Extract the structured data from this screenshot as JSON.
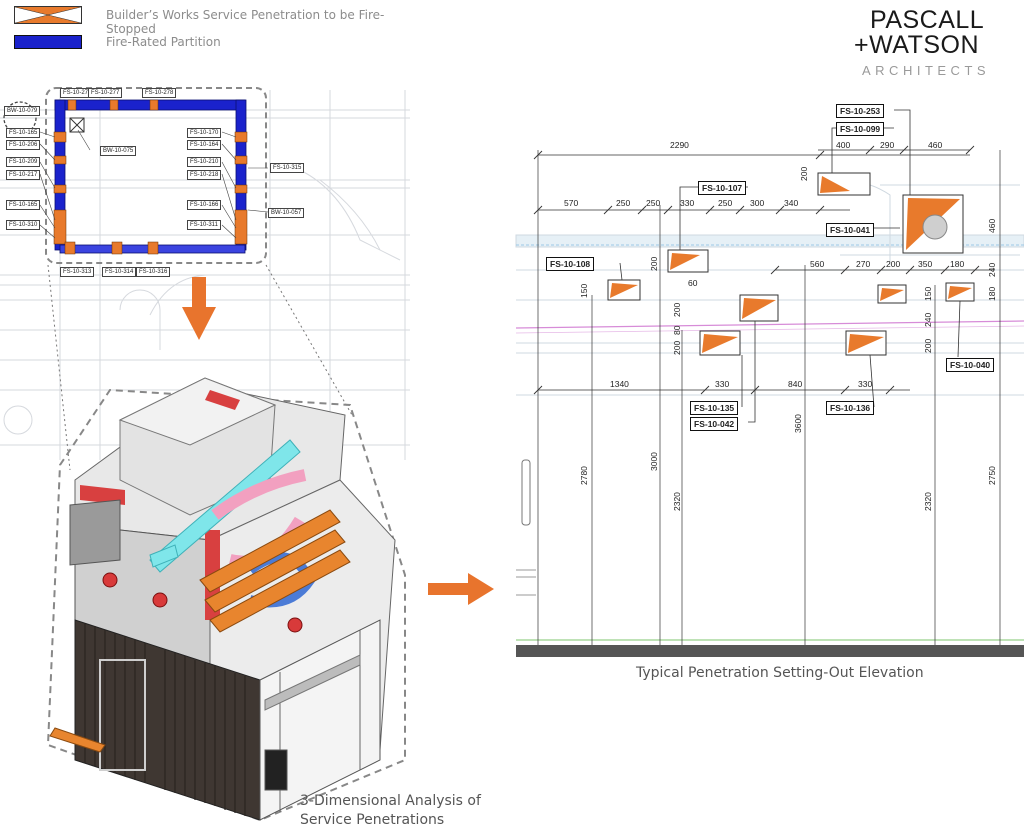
{
  "legend": {
    "firestop_label": "Builder’s Works Service Penetration to be Fire-Stopped",
    "partition_label": "Fire-Rated Partition"
  },
  "brand": {
    "line1": "PASCALL",
    "line2": "+WATSON",
    "line3": "ARCHITECTS"
  },
  "colors": {
    "penetration": "#e87a2c",
    "partition": "#1a22cc",
    "arrow": "#e8742d"
  },
  "captions": {
    "analysis_line1": "3-Dimensional Analysis of",
    "analysis_line2": "Service Penetrations",
    "elevation": "Typical Penetration Setting-Out Elevation"
  },
  "plan_tags": {
    "t276": "FS-10-276",
    "t277": "FS-10-277",
    "t278": "FS-10-278",
    "bw079": "BW-10-079",
    "t165a": "FS-10-165",
    "t206": "FS-10-206",
    "bw075": "BW-10-075",
    "t209": "FS-10-209",
    "t217": "FS-10-217",
    "t165b": "FS-10-165",
    "t310": "FS-10-310",
    "t170": "FS-10-170",
    "t164": "FS-10-164",
    "t210": "FS-10-210",
    "t218": "FS-10-218",
    "t315": "FS-10-315",
    "t166": "FS-10-166",
    "bw057": "BW-10-057",
    "t311": "FS-10-311",
    "t313": "FS-10-313",
    "t314": "FS-10-314",
    "t316": "FS-10-316"
  },
  "elev_tags": {
    "t253": "FS-10-253",
    "t099": "FS-10-099",
    "t107": "FS-10-107",
    "t041": "FS-10-041",
    "t108": "FS-10-108",
    "t135": "FS-10-135",
    "t042": "FS-10-042",
    "t136": "FS-10-136",
    "t040": "FS-10-040"
  },
  "dims": {
    "d2290": "2290",
    "d400": "400",
    "d290": "290",
    "d460": "460",
    "d570": "570",
    "d250a": "250",
    "d250b": "250",
    "d330a": "330",
    "d250c": "250",
    "d300": "300",
    "d340": "340",
    "d560": "560",
    "d270": "270",
    "d200a": "200",
    "d350": "350",
    "d180": "180",
    "d1340": "1340",
    "d330b": "330",
    "d840": "840",
    "d330c": "330",
    "d60": "60",
    "v200a": "200",
    "v460": "460",
    "v200b": "200",
    "v150a": "150",
    "v240a": "240",
    "v150b": "150",
    "v180": "180",
    "v200c": "200",
    "v80": "80",
    "v200d": "200",
    "v240b": "240",
    "v200e": "200",
    "v2780": "2780",
    "v3000": "3000",
    "v2320a": "2320",
    "v3600": "3600",
    "v2320b": "2320",
    "v2750": "2750"
  }
}
